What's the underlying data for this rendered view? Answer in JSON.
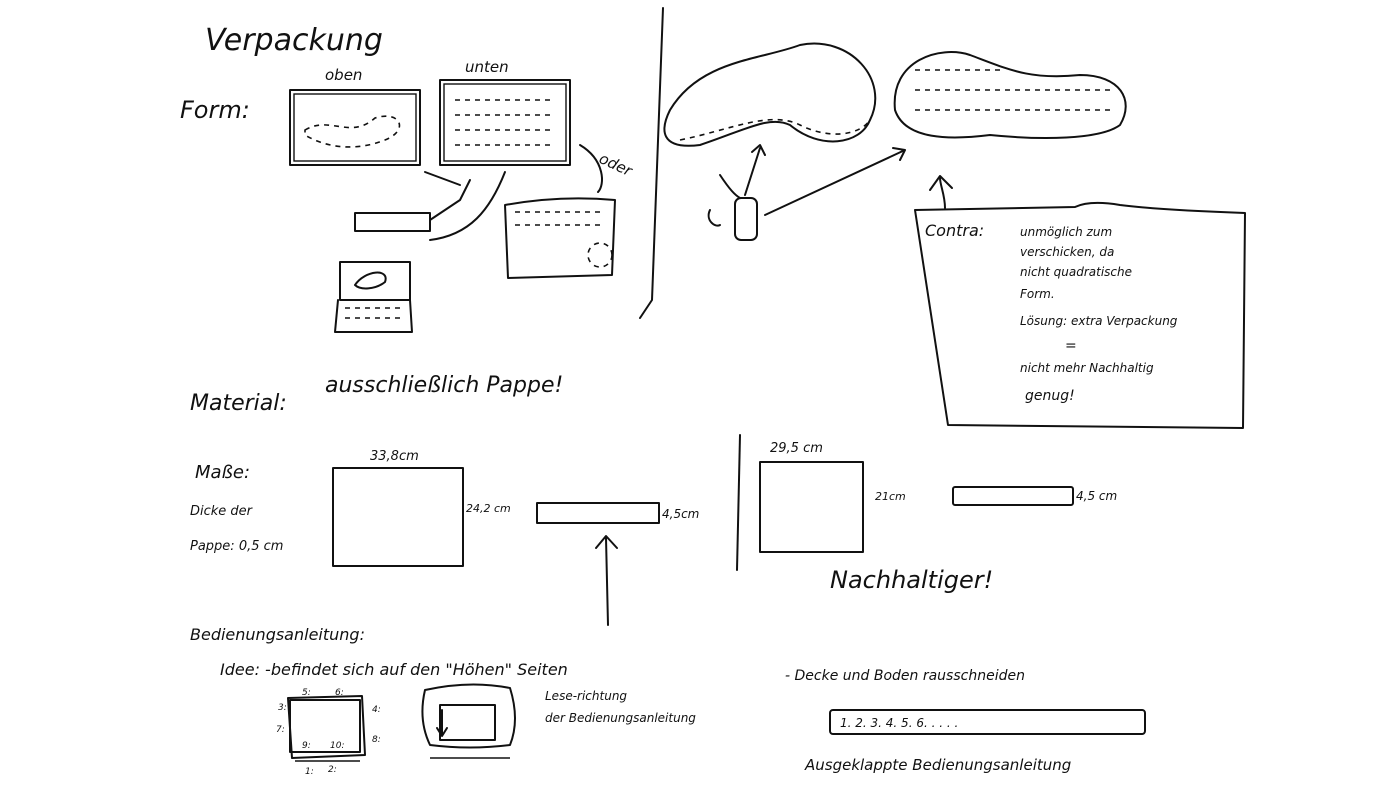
{
  "title": "Verpackung",
  "form": {
    "label": "Form:",
    "top_label": "oben",
    "bottom_label": "unten",
    "or_label": "oder"
  },
  "contra": {
    "label": "Contra:",
    "lines": [
      "unmöglich zum",
      "verschicken, da",
      "nicht quadratische",
      "Form.",
      "Lösung: extra Verpackung",
      "=",
      "nicht mehr Nachhaltig",
      "genug!"
    ]
  },
  "material": {
    "label": "Material:",
    "value": "ausschließlich Pappe!"
  },
  "dimensions": {
    "label": "Maße:",
    "thickness_line1": "Dicke der",
    "thickness_line2": "Pappe: 0,5 cm",
    "v1": {
      "width": "33,8cm",
      "height": "24,2 cm",
      "depth": "4,5cm"
    },
    "v2": {
      "width": "29,5 cm",
      "height": "21cm",
      "depth": "4,5 cm"
    },
    "conclusion": "Nachhaltiger!"
  },
  "manual": {
    "label": "Bedienungsanleitung:",
    "idea": "Idee: -befindet sich auf den \"Höhen\" Seiten",
    "reading_line1": "Lese-richtung",
    "reading_line2": "der Bedienungsanleitung",
    "side_numbers": [
      "5:",
      "6:",
      "3:",
      "4:",
      "7:",
      "8:",
      "9:",
      "10:",
      "1:",
      "2:"
    ],
    "cut_note": "- Decke und Boden rausschneiden",
    "pages": "1.    2.    3.    4.    5.    6.   . . . .",
    "unfolded_label": "Ausgeklappte Bedienungsanleitung"
  }
}
